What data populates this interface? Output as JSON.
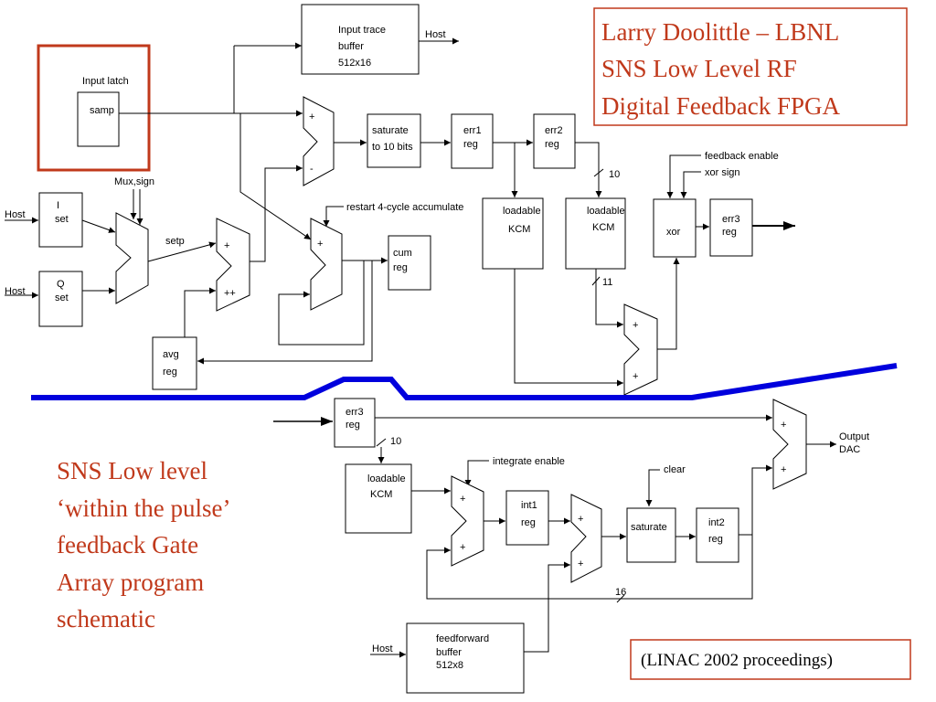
{
  "title_lines": [
    "Larry Doolittle – LBNL",
    "SNS Low Level RF",
    "Digital Feedback FPGA"
  ],
  "caption_lines": [
    "SNS Low level",
    "‘within the pulse’",
    "feedback Gate",
    "Array program",
    "schematic"
  ],
  "reference": "(LINAC 2002 proceedings)",
  "colors": {
    "accent": "#c0391b",
    "divider": "#0000dd"
  },
  "labels": {
    "input_trace_1": "Input trace",
    "input_trace_2": "buffer",
    "input_trace_3": "512x16",
    "host_trace": "Host",
    "input_latch": "Input latch",
    "samp": "samp",
    "mux_sign": "Mux,sign",
    "host_i": "Host",
    "i_set_1": "I",
    "i_set_2": "set",
    "host_q": "Host",
    "q_set_1": "Q",
    "q_set_2": "set",
    "setp": "setp",
    "add1_top": "+",
    "add1_bot": "++",
    "sub_top": "+",
    "sub_bot": "-",
    "sat1_1": "saturate",
    "sat1_2": "to 10 bits",
    "err1_1": "err1",
    "err1_2": "reg",
    "err2_1": "err2",
    "err2_2": "reg",
    "bus_10_top": "10",
    "restart": "restart 4-cycle accumulate",
    "acc_plus": "+",
    "cum_1": "cum",
    "cum_2": "reg",
    "avg_1": "avg",
    "avg_2": "reg",
    "kcm1_1": "loadable",
    "kcm1_2": "KCM",
    "kcm2_1": "loadable",
    "kcm2_2": "KCM",
    "bus_11": "11",
    "fb_enable": "feedback enable",
    "xor_sign": "xor sign",
    "xor": "xor",
    "err3_1": "err3",
    "err3_2": "reg",
    "add2_top": "+",
    "add2_bot": "+",
    "err3b_1": "err3",
    "err3b_2": "reg",
    "bus_10_bot": "10",
    "kcm3_1": "loadable",
    "kcm3_2": "KCM",
    "int_enable": "integrate enable",
    "add3_top": "+",
    "add3_bot": "+",
    "int1_1": "int1",
    "int1_2": "reg",
    "add4_top": "+",
    "add4_bot": "+",
    "clear": "clear",
    "sat2": "saturate",
    "int2_1": "int2",
    "int2_2": "reg",
    "add5_top": "+",
    "add5_bot": "+",
    "out_1": "Output",
    "out_2": "DAC",
    "bus_16": "16",
    "host_ff": "Host",
    "ff_1": "feedforward",
    "ff_2": "buffer",
    "ff_3": "512x8"
  }
}
